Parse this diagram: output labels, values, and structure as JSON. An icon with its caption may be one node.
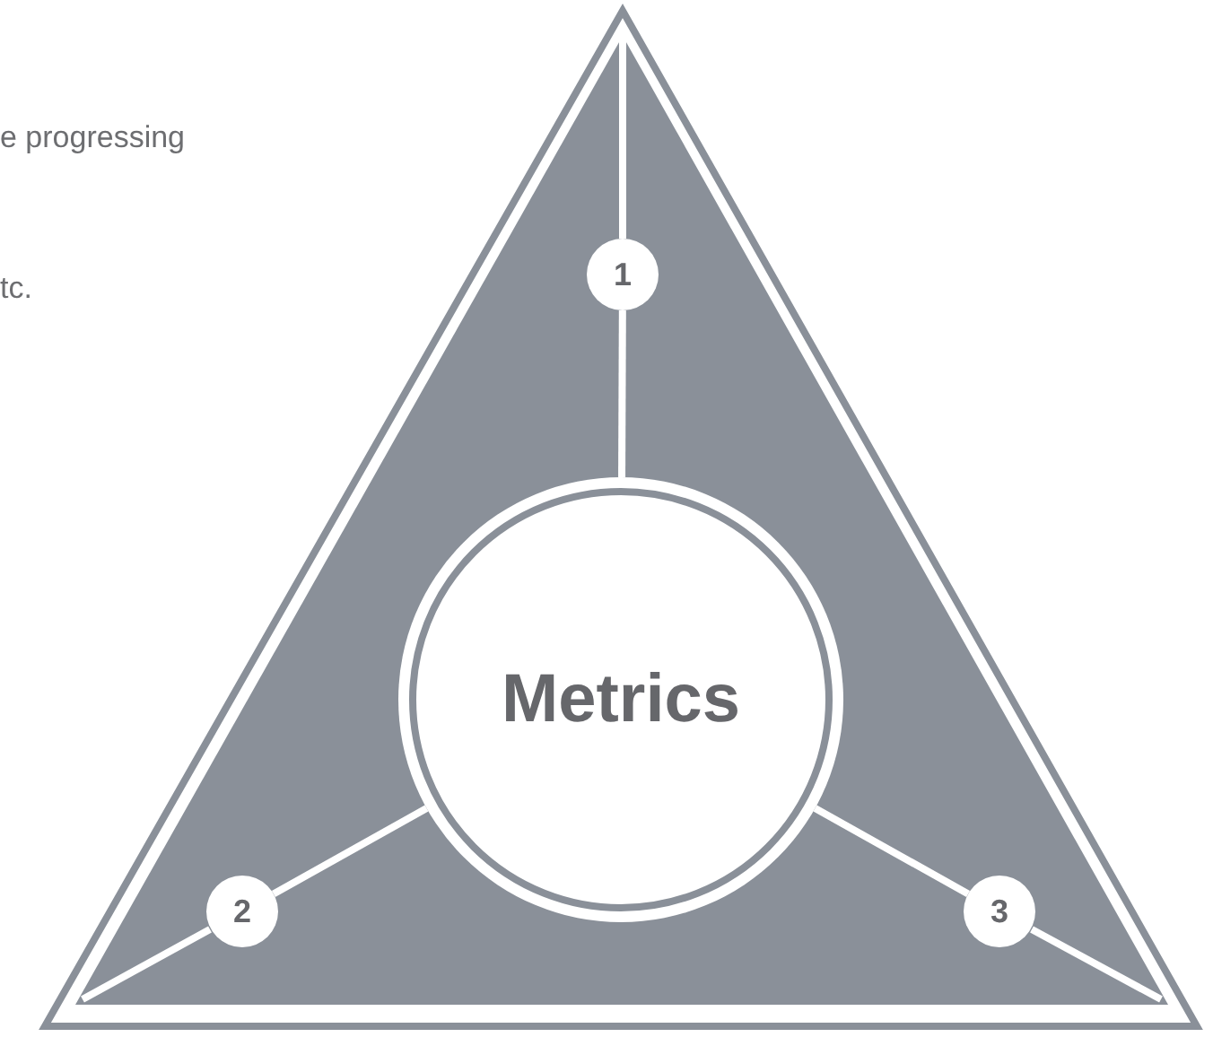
{
  "diagram": {
    "nodes": [
      {
        "text": [
          "Metrics"
        ]
      },
      {
        "text": [
          "1"
        ]
      },
      {
        "text": [
          "2"
        ]
      },
      {
        "text": [
          "3"
        ]
      }
    ],
    "edges": [
      {
        "from": 1,
        "to": 0,
        "arrow": "none"
      },
      {
        "from": 2,
        "to": 0,
        "arrow": "none"
      },
      {
        "from": 3,
        "to": 0,
        "arrow": "none"
      }
    ],
    "labels": [
      "e progressing",
      "tc."
    ]
  }
}
